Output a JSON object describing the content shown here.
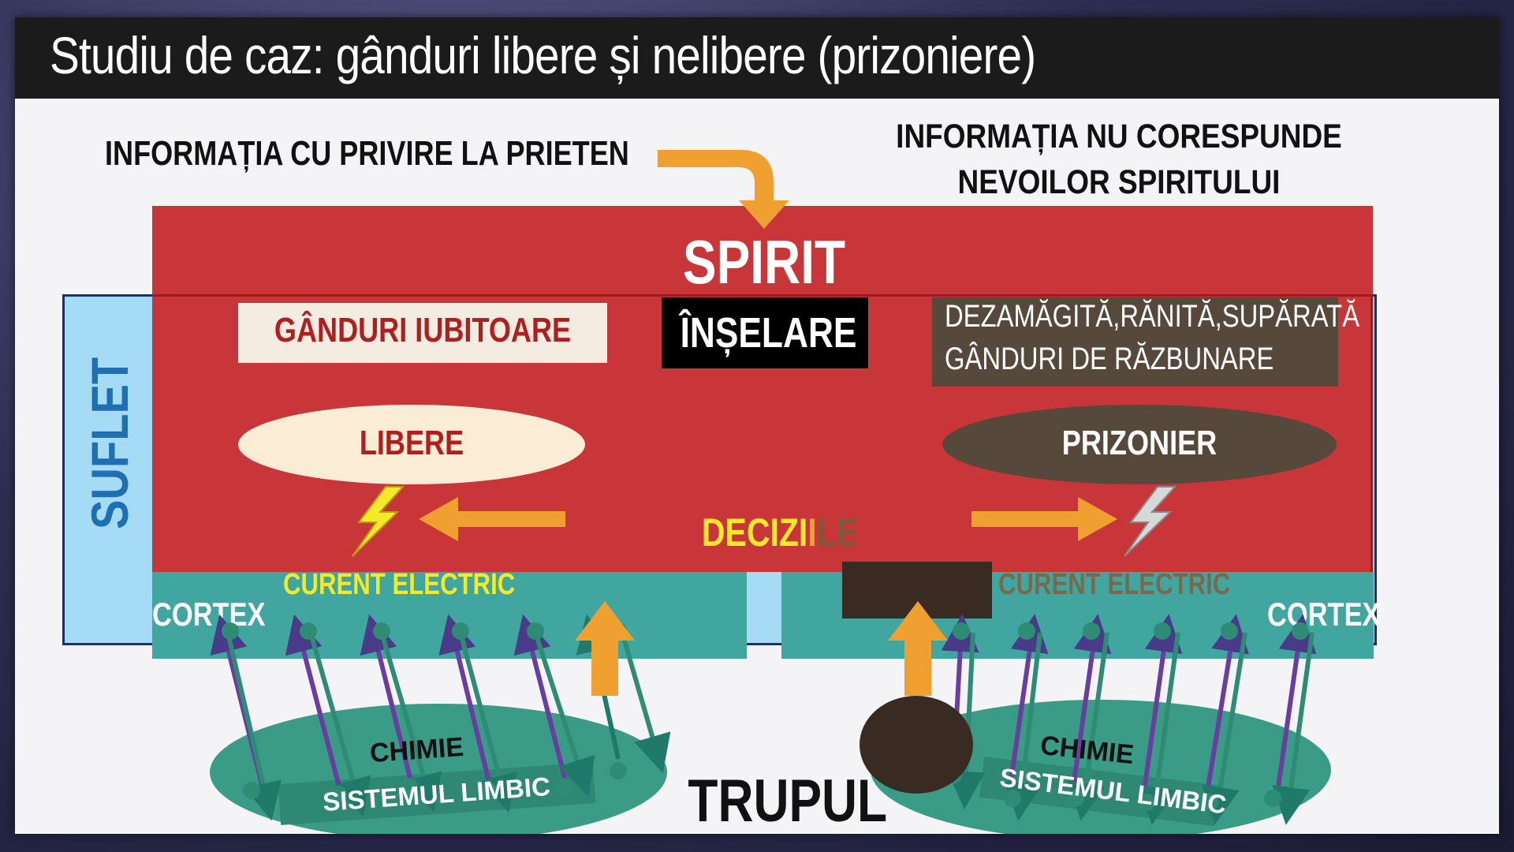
{
  "title": "Studiu de caz: gânduri libere și nelibere (prizoniere)",
  "info_left": "INFORMAȚIA CU PRIVIRE LA PRIETEN",
  "info_right_line1": "INFORMAȚIA NU CORESPUNDE",
  "info_right_line2": "NEVOILOR SPIRITULUI",
  "spirit": "SPIRIT",
  "suflet": "SUFLET",
  "ganduri_iubitoare": "GÂNDURI IUBITOARE",
  "inselare": "ÎNȘELARE",
  "dezamagita_line1": "DEZAMĂGITĂ,RĂNITĂ,SUPĂRATĂ",
  "dezamagita_line2": "GÂNDURI DE RĂZBUNARE",
  "libere": "LIBERE",
  "prizonier": "PRIZONIER",
  "deciziile": {
    "part1": "DECIZI",
    "part2": "I",
    "part3": "LE",
    "color1": "#f4ea2a",
    "color2": "#f0a030",
    "color3": "#7a5a3a"
  },
  "curent_left": "CURENT ELECTRIC",
  "curent_right": "CURENT ELECTRIC",
  "cortex_left": "CORTEX",
  "cortex_right": "CORTEX",
  "chimie_left": "CHIMIE",
  "chimie_right": "CHIMIE",
  "limbic_left": "SISTEMUL LIMBIC",
  "limbic_right": "SISTEMUL LIMBIC",
  "trupul": "TRUPUL",
  "colors": {
    "spirit_red": "#c8363a",
    "soul_blue": "#a6dbf5",
    "cortex_teal": "#40a69f",
    "limbic_teal": "#3a9b86",
    "arrow_orange": "#f0a030",
    "prisoner_brown": "#56483a",
    "purple": "#6a3ea0"
  },
  "icons": [
    "lightning-yellow-icon",
    "lightning-gray-icon"
  ]
}
